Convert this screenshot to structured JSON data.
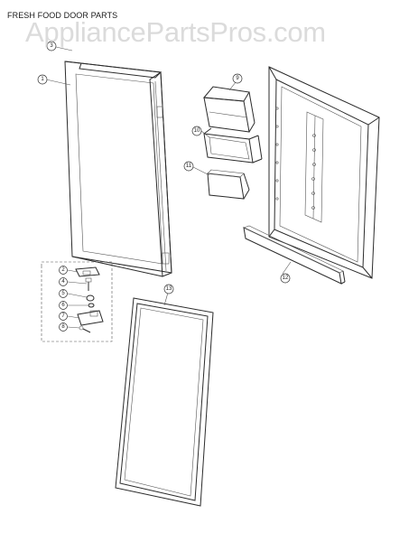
{
  "title": "FRESH FOOD DOOR PARTS",
  "watermark": "AppliancePartsPros.com",
  "callouts": [
    {
      "id": "c1",
      "label": "1"
    },
    {
      "id": "c3",
      "label": "3"
    },
    {
      "id": "c9",
      "label": "9"
    },
    {
      "id": "c10",
      "label": "10"
    },
    {
      "id": "c11",
      "label": "11"
    },
    {
      "id": "c12",
      "label": "12"
    },
    {
      "id": "c13",
      "label": "13"
    },
    {
      "id": "c2",
      "label": "2"
    },
    {
      "id": "c4",
      "label": "4"
    },
    {
      "id": "c5",
      "label": "5"
    },
    {
      "id": "c6",
      "label": "6"
    },
    {
      "id": "c7",
      "label": "7"
    },
    {
      "id": "c8",
      "label": "8"
    }
  ]
}
